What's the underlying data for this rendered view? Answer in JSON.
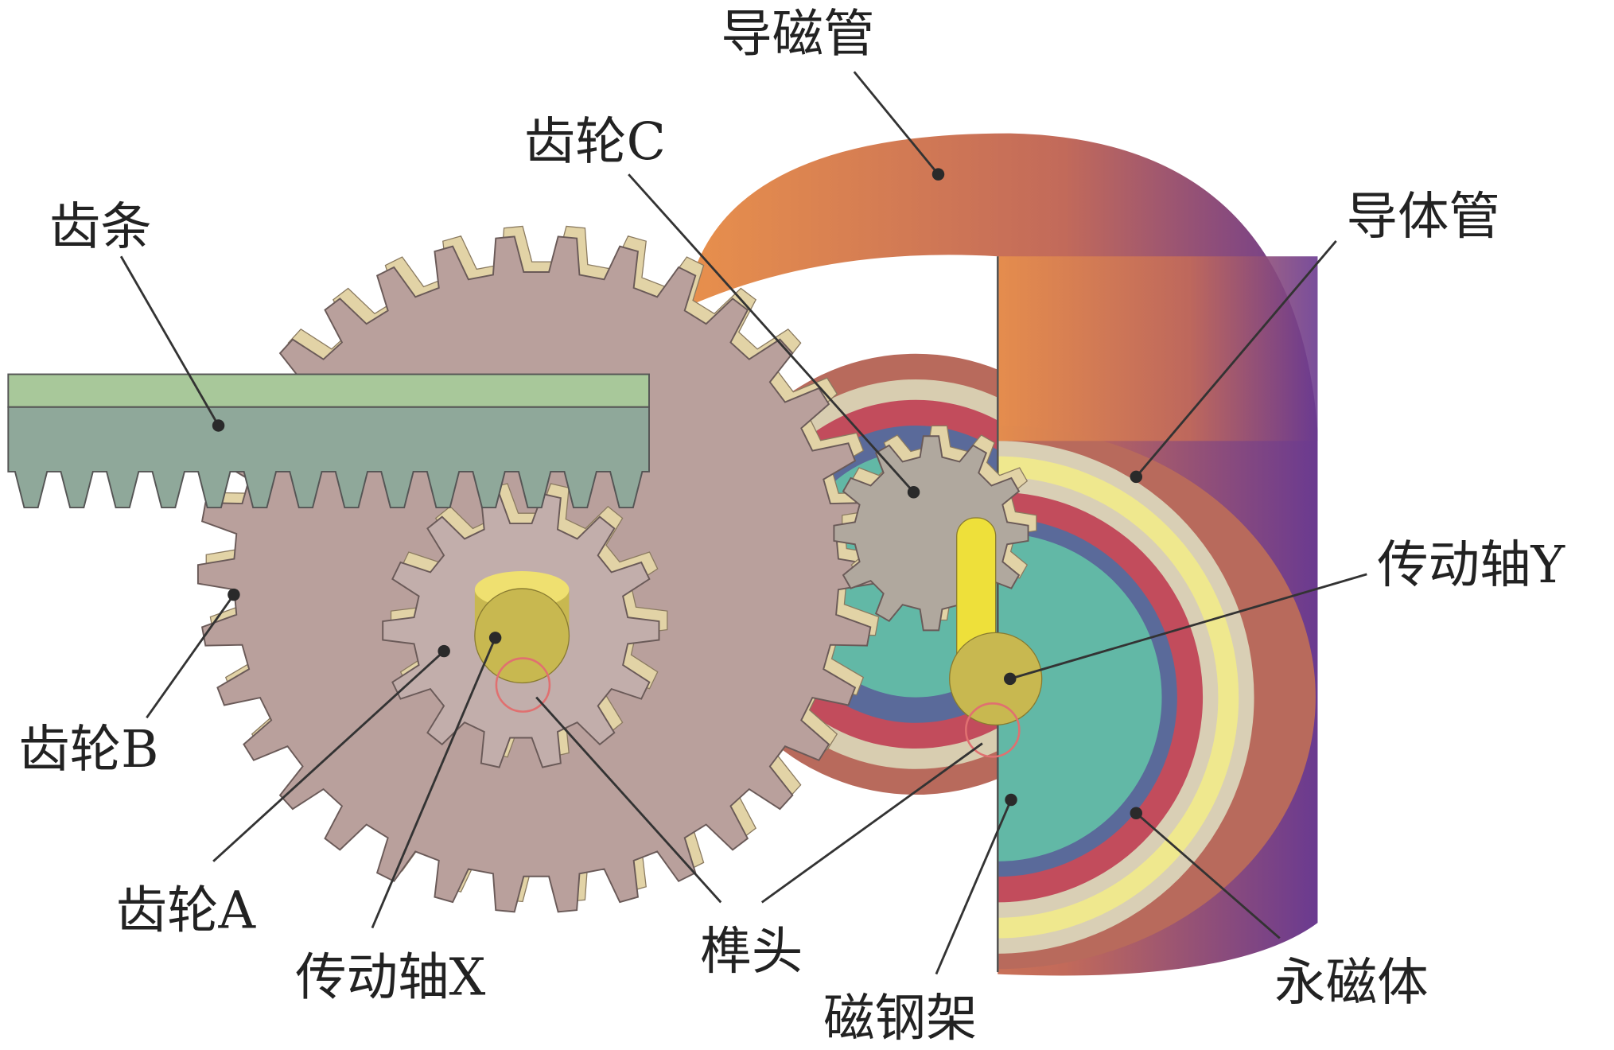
{
  "labels": {
    "magnetic_tube": "导磁管",
    "gear_c": "齿轮C",
    "conductor_tube": "导体管",
    "rack": "齿条",
    "shaft_y": "传动轴Y",
    "gear_b": "齿轮B",
    "gear_a": "齿轮A",
    "shaft_x": "传动轴X",
    "tenon": "榫头",
    "magnet_frame": "磁钢架",
    "permanent_magnet": "永磁体"
  },
  "colors": {
    "gear": "#b9a09c",
    "gear_tooth_side": "#e2d3a6",
    "rack_top": "#a8c89a",
    "rack_body": "#8fa89a",
    "magnetic_tube": "#e08a4c",
    "magnetic_tube_dark": "#7a3f8a",
    "conductor": "#b86a5c",
    "teal": "#62b8a6",
    "shaft": "#c8b850",
    "magnet_red": "#c24c5c",
    "magnet_blue": "#5a6a9a"
  }
}
